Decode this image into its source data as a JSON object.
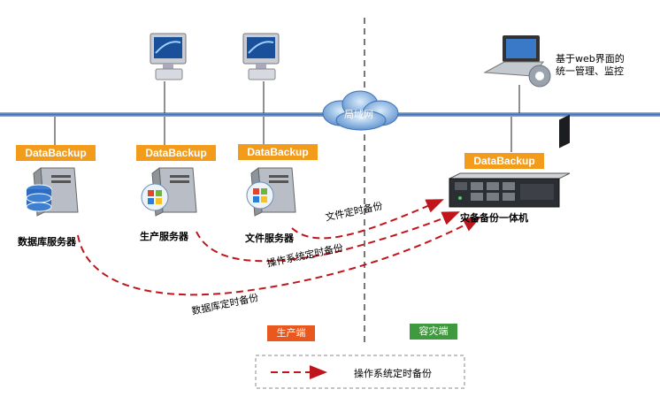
{
  "network": {
    "label": "局域网"
  },
  "management": {
    "line1": "基于web界面的",
    "line2": "统一管理、监控"
  },
  "agent_tag": "DataBackup",
  "servers": [
    {
      "name": "数据库服务器",
      "os": "database"
    },
    {
      "name": "生产服务器",
      "os": "windows"
    },
    {
      "name": "文件服务器",
      "os": "windows"
    }
  ],
  "appliance": {
    "name": "灾备备份一体机",
    "tag": "DataBackup"
  },
  "flows": [
    {
      "label": "文件定时备份"
    },
    {
      "label": "操作系统定时备份"
    },
    {
      "label": "数据库定时备份"
    }
  ],
  "zones": {
    "production": {
      "label": "生产端",
      "color": "#e8581f"
    },
    "disaster": {
      "label": "容灾端",
      "color": "#3f9a3f"
    }
  },
  "legend": {
    "label": "操作系统定时备份"
  },
  "colors": {
    "accent": "#f39c1b",
    "network": "#3f6fb3",
    "flow": "#c0151b"
  }
}
